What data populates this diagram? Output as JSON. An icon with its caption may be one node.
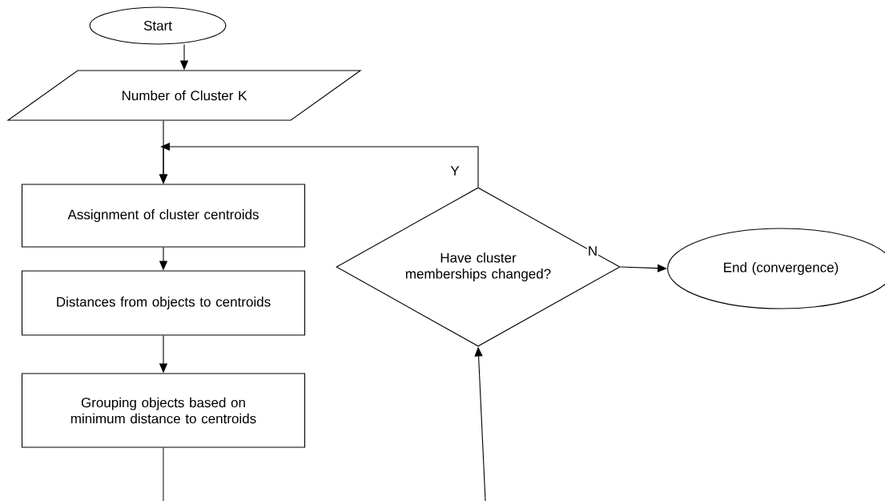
{
  "diagram": {
    "nodes": [
      {
        "text": [
          "Start"
        ]
      },
      {
        "text": [
          "Number of Cluster K"
        ]
      },
      {
        "text": [
          "Assignment of cluster centroids"
        ]
      },
      {
        "text": [
          "Distances from objects to centroids"
        ]
      },
      {
        "text": [
          "Grouping objects based on minimum distance to centroids"
        ]
      },
      {
        "text": [
          "Have cluster memberships changed?"
        ]
      },
      {
        "text": [
          "End (convergence)"
        ]
      }
    ],
    "edges": [
      {
        "from": 0,
        "to": 1,
        "arrow": "to"
      },
      {
        "from": 1,
        "to": 2,
        "arrow": "to"
      },
      {
        "from": 5,
        "to": 2,
        "arrow": "to",
        "label": "Y"
      },
      {
        "from": 2,
        "to": 3,
        "arrow": "to"
      },
      {
        "from": 3,
        "to": 4,
        "arrow": "to"
      },
      {
        "from": 4,
        "to": null,
        "arrow": "none"
      },
      {
        "from": null,
        "to": 5,
        "arrow": "to"
      },
      {
        "from": 5,
        "to": 6,
        "arrow": "to",
        "label": "N"
      }
    ]
  }
}
